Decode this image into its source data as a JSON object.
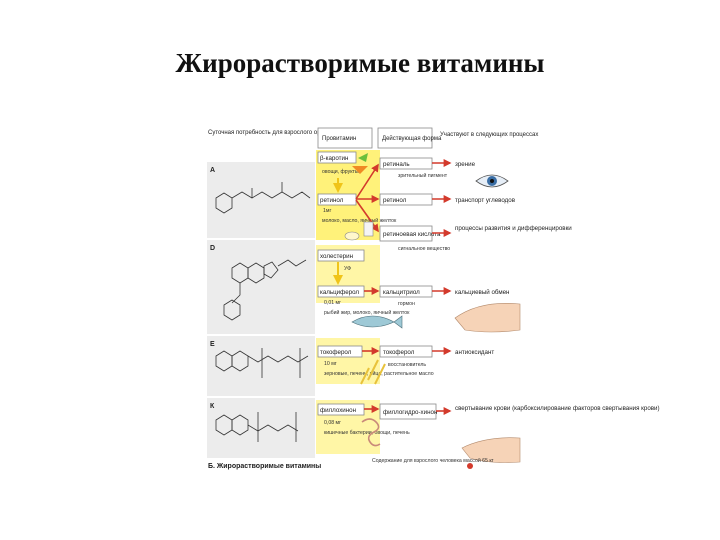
{
  "slide": {
    "title": "Жирорастворимые витамины"
  },
  "figure": {
    "header": {
      "requirement": "Суточная потребность для взрослого организма",
      "provitamin": "Провитамин",
      "active_form": "Действующая форма",
      "processes": "Участвуют в следующих процессах"
    },
    "sections": [
      {
        "letter": "A",
        "provitamins": [
          {
            "name": "β-каротин",
            "source": "овощи, фрукты"
          },
          {
            "name": "ретинол",
            "dose": "1мг",
            "source": "молоко, масло, яичный желток"
          }
        ],
        "active_forms": [
          {
            "name": "ретиналь",
            "process": "зрение",
            "note": "зрительный пигмент"
          },
          {
            "name": "ретинол",
            "process": "транспорт углеводов"
          },
          {
            "name": "ретиноевая кислота",
            "process": "процессы развития и дифференцировки",
            "note": "сигнальное вещество"
          }
        ]
      },
      {
        "letter": "D",
        "provitamins": [
          {
            "name": "холестерин",
            "note": "УФ"
          },
          {
            "name": "кальциферол",
            "dose": "0,01 мг",
            "source": "рыбий жир, молоко, яичный желток"
          }
        ],
        "active_forms": [
          {
            "name": "кальцитриол",
            "process": "кальциевый обмен",
            "note": "гормон"
          }
        ]
      },
      {
        "letter": "E",
        "provitamins": [
          {
            "name": "токоферол",
            "dose": "10 мг",
            "source": "зерновые, печень, яйца, растительное масло"
          }
        ],
        "active_forms": [
          {
            "name": "токоферол",
            "process": "антиоксидант",
            "note": "восстановитель"
          }
        ]
      },
      {
        "letter": "К",
        "provitamins": [
          {
            "name": "филлохинон",
            "dose": "0,08 мг",
            "source": "кишечные бактерии, овощи, печень"
          }
        ],
        "active_forms": [
          {
            "name": "филлогидро-хинон",
            "process": "свертывание крови (карбоксилирование факторов свертывания крови)"
          }
        ]
      }
    ],
    "footer": {
      "caption": "Б. Жирорастворимые витамины",
      "note": "Содержание для взрослого человека массой 65 кг"
    }
  },
  "colors": {
    "yellow_band": "#fff27a",
    "panel_gray": "#ececec",
    "arrow_red": "#d33a2c",
    "box_border": "#8a8a8a"
  }
}
